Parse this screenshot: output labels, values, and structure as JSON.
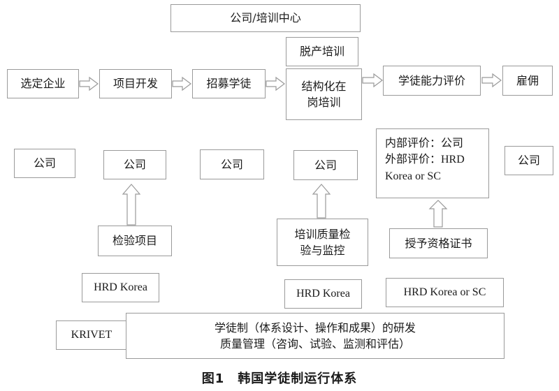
{
  "top_box": "公司/培训中心",
  "offjob_box": "脱产培训",
  "flow": {
    "select": "选定企业",
    "develop": "项目开发",
    "recruit": "招募学徒",
    "ojt_line1": "结构化在",
    "ojt_line2": "岗培训",
    "assess": "学徒能力评价",
    "hire": "雇佣"
  },
  "company": {
    "c1": "公司",
    "c2": "公司",
    "c3": "公司",
    "c4": "公司",
    "c6": "公司"
  },
  "eval_box": {
    "line1": "内部评价：公司",
    "line2": "外部评价：HRD",
    "line3": "Korea or SC"
  },
  "checks": {
    "inspect": "检验项目",
    "quality_line1": "培训质量检",
    "quality_line2": "验与监控",
    "cert": "授予资格证书"
  },
  "agencies": {
    "hrd1": "HRD Korea",
    "hrd2": "HRD Korea",
    "hrd3": "HRD Korea or SC",
    "krivet": "KRIVET"
  },
  "research": {
    "line1": "学徒制（体系设计、操作和成果）的研发",
    "line2": "质量管理（咨询、试验、监测和评估）"
  },
  "caption": "图1　韩国学徒制运行体系"
}
